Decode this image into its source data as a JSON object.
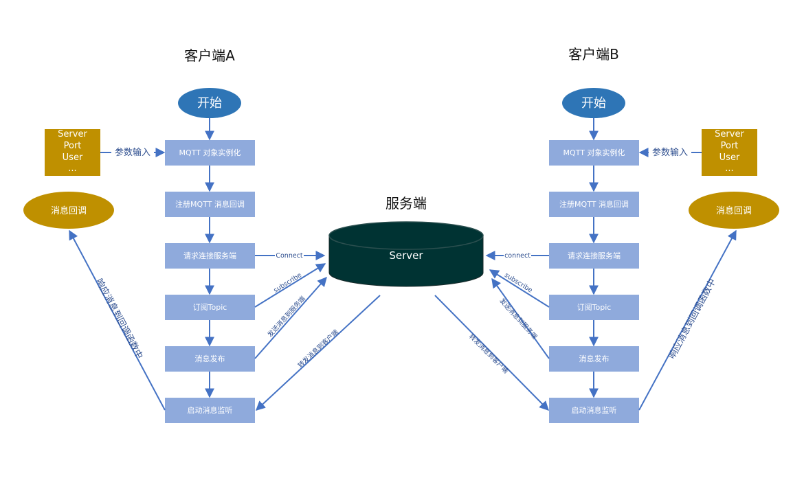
{
  "client_a": {
    "title": "客户端A",
    "start": "开始",
    "steps": [
      "MQTT 对象实例化",
      "注册MQTT 消息回调",
      "请求连接服务端",
      "订阅Topic",
      "消息发布",
      "启动消息监听"
    ],
    "params": [
      "Server",
      "Port",
      "User",
      "..."
    ],
    "param_label": "参数输入",
    "callback": "消息回调",
    "callback_edge": "响应消息到回调函数中"
  },
  "client_b": {
    "title": "客户端B",
    "start": "开始",
    "steps": [
      "MQTT 对象实例化",
      "注册MQTT 消息回调",
      "请求连接服务端",
      "订阅Topic",
      "消息发布",
      "启动消息监听"
    ],
    "params": [
      "Server",
      "Port",
      "User",
      "..."
    ],
    "param_label": "参数输入",
    "callback": "消息回调",
    "callback_edge": "响应消息到回调函数中"
  },
  "server": {
    "title": "服务端",
    "label": "Server"
  },
  "edges": {
    "a_connect": "Connect",
    "a_subscribe": "subscribe",
    "a_publish": "发送消息到服务端",
    "a_forward": "转发消息到客户端",
    "b_connect": "connect",
    "b_subscribe": "subscribe",
    "b_publish": "发送消息到服务端",
    "b_forward": "转发消息到客户端"
  },
  "colors": {
    "oval_blue": "#2e75b6",
    "step_box": "#8faadc",
    "param_box": "#bf9000",
    "callback_oval": "#bf9000",
    "server_fill": "#003333",
    "arrow": "#4472c4"
  }
}
